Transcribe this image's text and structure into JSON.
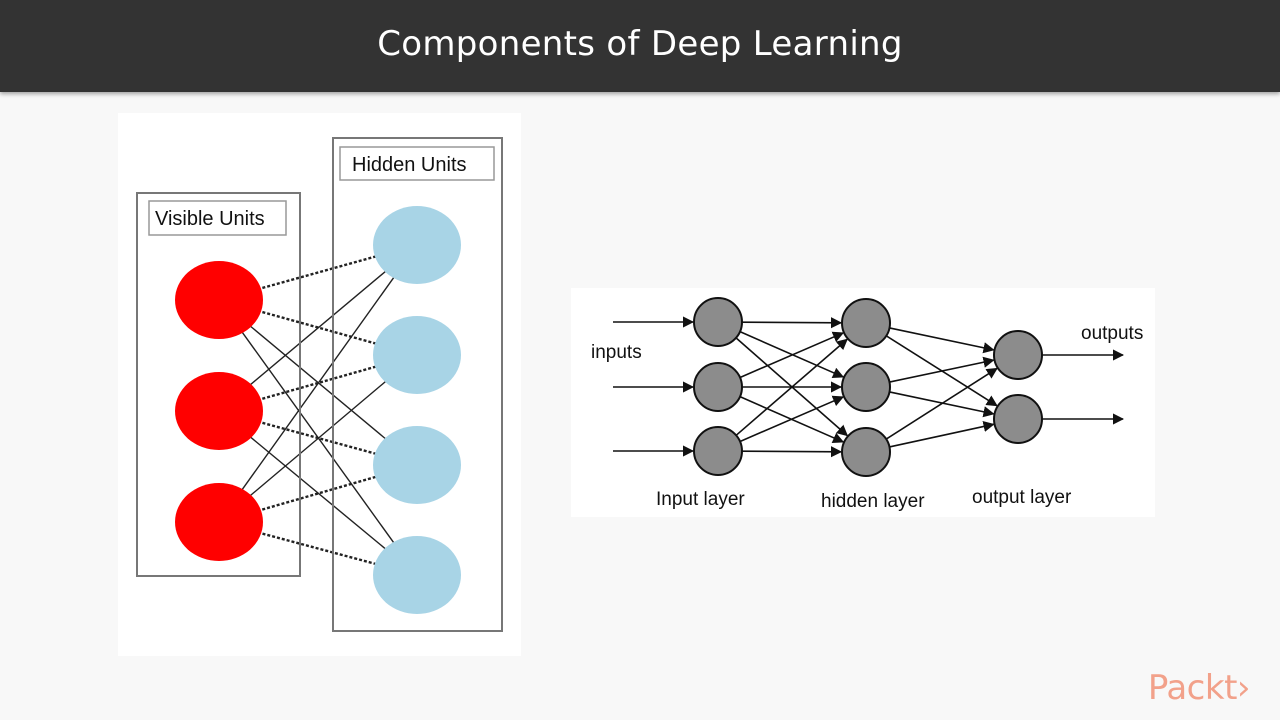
{
  "slide": {
    "title": "Components of Deep Learning",
    "logo_text": "Packt›"
  },
  "rbm_diagram": {
    "visible_label": "Visible Units",
    "hidden_label": "Hidden Units",
    "visible_count": 3,
    "hidden_count": 4,
    "visible_color": "#ff0000",
    "hidden_color": "#a8d4e6"
  },
  "nn_diagram": {
    "inputs_label": "inputs",
    "outputs_label": "outputs",
    "input_layer_label": "Input layer",
    "hidden_layer_label": "hidden layer",
    "output_layer_label": "output layer",
    "layer_sizes": [
      3,
      3,
      2
    ],
    "node_color": "#8c8c8c"
  },
  "colors": {
    "header_bg": "#333333",
    "logo": "#f2a18a"
  }
}
